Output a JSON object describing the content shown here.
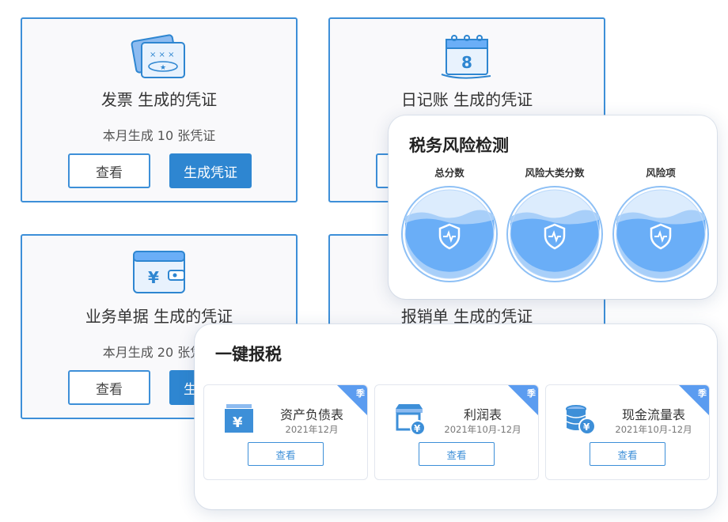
{
  "voucher_cards": [
    {
      "icon": "invoice-ticket-icon",
      "title": "发票 生成的凭证",
      "subtitle": "本月生成 10 张凭证",
      "view_label": "查看",
      "generate_label": "生成凭证"
    },
    {
      "icon": "calendar-journal-icon",
      "title": "日记账 生成的凭证",
      "subtitle": "",
      "view_label": "",
      "generate_label": ""
    },
    {
      "icon": "wallet-yuan-icon",
      "title": "业务单据 生成的凭证",
      "subtitle": "本月生成 20 张凭证",
      "view_label": "查看",
      "generate_label": "生成凭证"
    },
    {
      "icon": "expense-report-icon",
      "title": "报销单 生成的凭证",
      "subtitle": "",
      "view_label": "",
      "generate_label": ""
    }
  ],
  "risk_panel": {
    "title": "税务风险检测",
    "gauges": [
      {
        "label": "总分数",
        "icon": "shield-pulse-icon"
      },
      {
        "label": "风险大类分数",
        "icon": "shield-pulse-icon"
      },
      {
        "label": "风险项",
        "icon": "shield-pulse-icon"
      }
    ]
  },
  "tax_panel": {
    "title": "一键报税",
    "reports": [
      {
        "name": "资产负债表",
        "period": "2021年12月",
        "badge": "季",
        "button_label": "查看",
        "icon": "balance-sheet-yuan-icon"
      },
      {
        "name": "利润表",
        "period": "2021年10月-12月",
        "badge": "季",
        "button_label": "查看",
        "icon": "shop-yuan-icon"
      },
      {
        "name": "现金流量表",
        "period": "2021年10月-12月",
        "badge": "季",
        "button_label": "查看",
        "icon": "coin-stack-yuan-icon"
      }
    ]
  },
  "colors": {
    "primary": "#2e86d1",
    "border": "#3d8fd8",
    "water": "#6aaef7",
    "badge": "#5b9cf0"
  }
}
